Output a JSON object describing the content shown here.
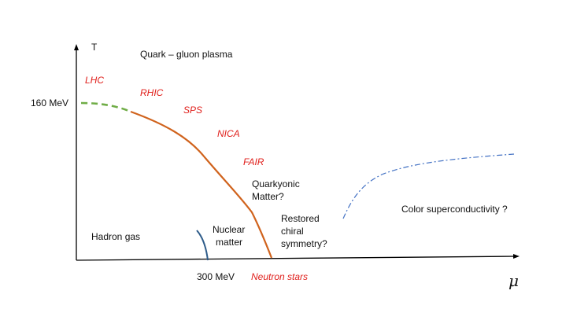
{
  "axes": {
    "y_symbol": "T",
    "x_symbol": "μ",
    "y_tick_label": "160 MeV",
    "x_tick_label": "300 MeV"
  },
  "regions": {
    "plasma": "Quark – gluon plasma",
    "hadron_gas": "Hadron gas",
    "nuclear_matter": [
      "Nuclear",
      "matter"
    ],
    "quarkyonic": [
      "Quarkyonic",
      "Matter?"
    ],
    "restored_chiral": [
      "Restored",
      "chiral",
      "symmetry?"
    ],
    "color_superconductivity": "Color superconductivity ?"
  },
  "experiments": {
    "lhc": "LHC",
    "rhic": "RHIC",
    "sps": "SPS",
    "nica": "NICA",
    "fair": "FAIR",
    "neutron_stars": "Neutron stars"
  },
  "colors": {
    "axis": "#000000",
    "crossover": "#70ad47",
    "first_order_line": "#d0631d",
    "nuclear_line": "#2e5c8a",
    "superconductivity_line": "#4472c4",
    "experiment_text": "#e0201c"
  }
}
